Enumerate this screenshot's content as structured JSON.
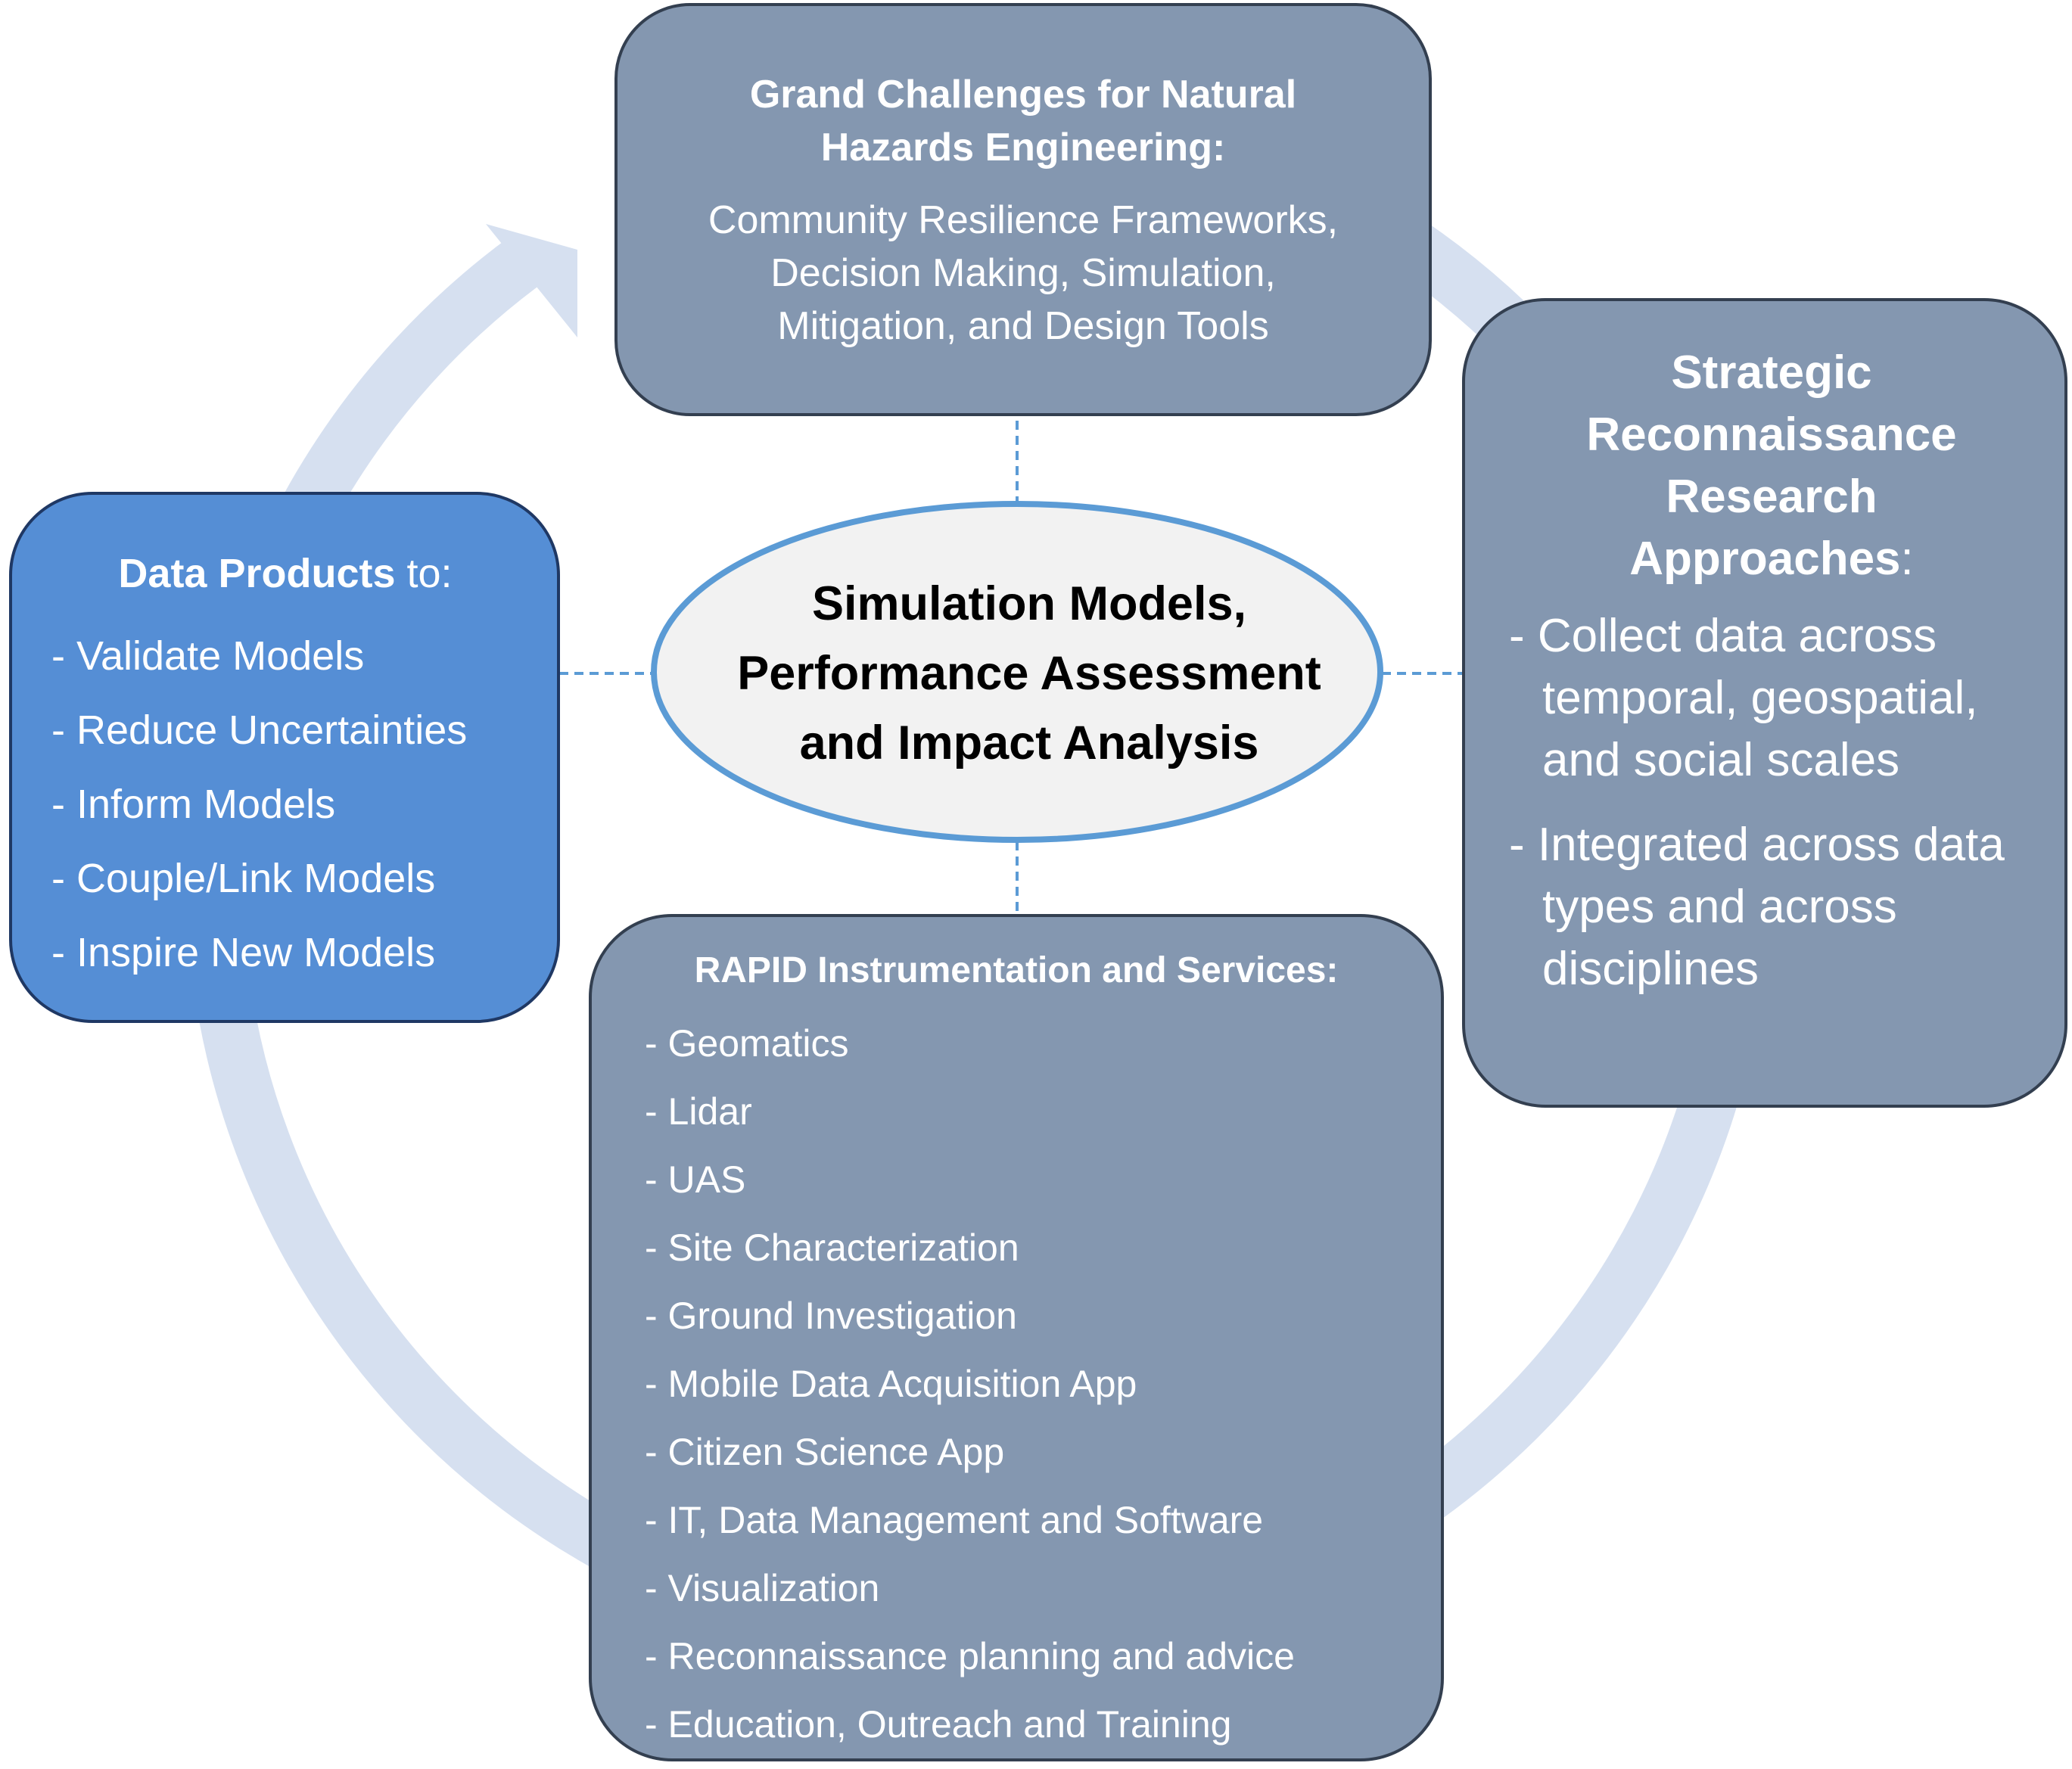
{
  "grand_challenges": {
    "title": "Grand Challenges for Natural Hazards Engineering:",
    "lines": [
      "Community Resilience Frameworks,",
      "Decision Making, Simulation,",
      "Mitigation, and Design Tools"
    ]
  },
  "strategic": {
    "title": "Strategic Reconnaissance Research Approaches",
    "title_suffix": ":",
    "items": [
      "- Collect data across temporal, geospatial, and social scales",
      "- Integrated across data types and across disciplines"
    ]
  },
  "data_products": {
    "title_bold": "Data Products",
    "title_rest": " to:",
    "items": [
      "- Validate Models",
      "- Reduce Uncertainties",
      "- Inform Models",
      "- Couple/Link Models",
      "- Inspire New Models"
    ]
  },
  "center": {
    "label": "Simulation Models, Performance Assessment and Impact Analysis"
  },
  "rapid": {
    "title": "RAPID Instrumentation and Services:",
    "items": [
      "- Geomatics",
      "- Lidar",
      "- UAS",
      "- Site Characterization",
      "- Ground Investigation",
      "- Mobile Data Acquisition App",
      "- Citizen Science App",
      "- IT, Data Management and Software",
      "- Visualization",
      "- Reconnaissance planning and advice",
      "- Education, Outreach and Training"
    ]
  },
  "colors": {
    "gray_box": "#8497b0",
    "blue_box": "#558ed5",
    "cycle_arrow": "#d6e0f0",
    "ellipse_fill": "#f2f2f2",
    "ellipse_stroke": "#5b9bd5",
    "connector": "#5b9bd5"
  }
}
